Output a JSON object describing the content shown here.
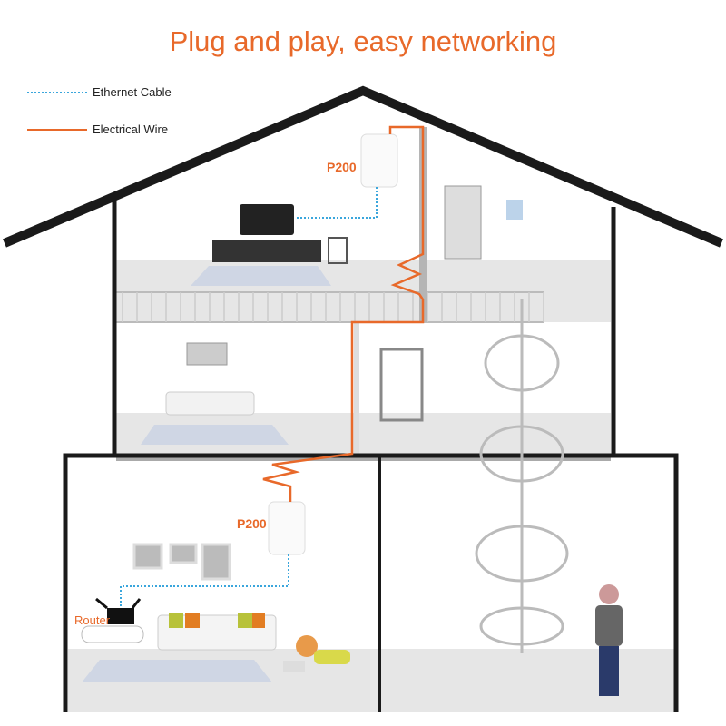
{
  "title": "Plug and play, easy networking",
  "legend": [
    {
      "label": "Ethernet Cable",
      "style": "dotted",
      "color": "#3aa6dc"
    },
    {
      "label": "Electrical Wire",
      "style": "solid",
      "color": "#e8692a"
    }
  ],
  "devices": {
    "upper_adapter": "P200",
    "lower_adapter": "P200",
    "router": "Router"
  },
  "colors": {
    "accent": "#e8692a",
    "ethernet": "#3aa6dc",
    "walls": "#1a1a1a",
    "floor": "#e4e4e4"
  }
}
